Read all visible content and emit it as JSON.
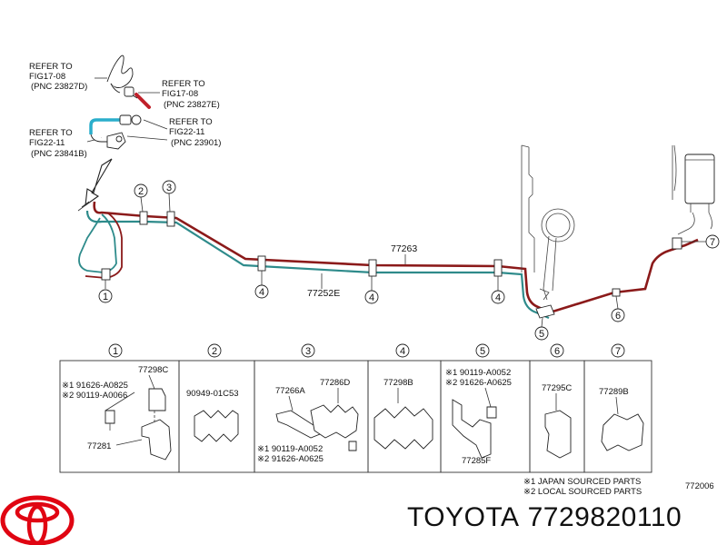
{
  "refs": [
    {
      "l1": "REFER TO",
      "l2": "FIG17-08",
      "l3": "(PNC 23827D)"
    },
    {
      "l1": "REFER TO",
      "l2": "FIG17-08",
      "l3": "(PNC 23827E)"
    },
    {
      "l1": "REFER TO",
      "l2": "FIG22-11",
      "l3": "(PNC 23901)"
    },
    {
      "l1": "REFER TO",
      "l2": "FIG22-11",
      "l3": "(PNC 23841B)"
    }
  ],
  "lines": {
    "upper": "77263",
    "lower": "77252E"
  },
  "callouts": [
    "1",
    "2",
    "3",
    "4",
    "4",
    "4",
    "4",
    "5",
    "6",
    "7"
  ],
  "colors": {
    "upper_line": "#8b1a1a",
    "lower_line": "#2e8b8b",
    "refer_red": "#c0202a",
    "refer_cyan": "#2aaecb",
    "logo_red": "#e00512"
  },
  "cells": [
    {
      "no": "1",
      "parts": [
        "77298C",
        "※1 91626-A0825",
        "※2 90119-A0066",
        "77281"
      ]
    },
    {
      "no": "2",
      "parts": [
        "90949-01C53"
      ]
    },
    {
      "no": "3",
      "parts": [
        "77266A",
        "77286D",
        "※1 90119-A0052",
        "※2 91626-A0625"
      ]
    },
    {
      "no": "4",
      "parts": [
        "77298B"
      ]
    },
    {
      "no": "5",
      "parts": [
        "※1 90119-A0052",
        "※2 91626-A0625",
        "77285F"
      ]
    },
    {
      "no": "6",
      "parts": [
        "77295C"
      ]
    },
    {
      "no": "7",
      "parts": [
        "77289B"
      ]
    }
  ],
  "notes": [
    "※1  JAPAN SOURCED PARTS",
    "※2  LOCAL SOURCED PARTS"
  ],
  "figure_code": "772006",
  "footer": {
    "brand": "TOYOTA",
    "part_number": "7729820110"
  }
}
